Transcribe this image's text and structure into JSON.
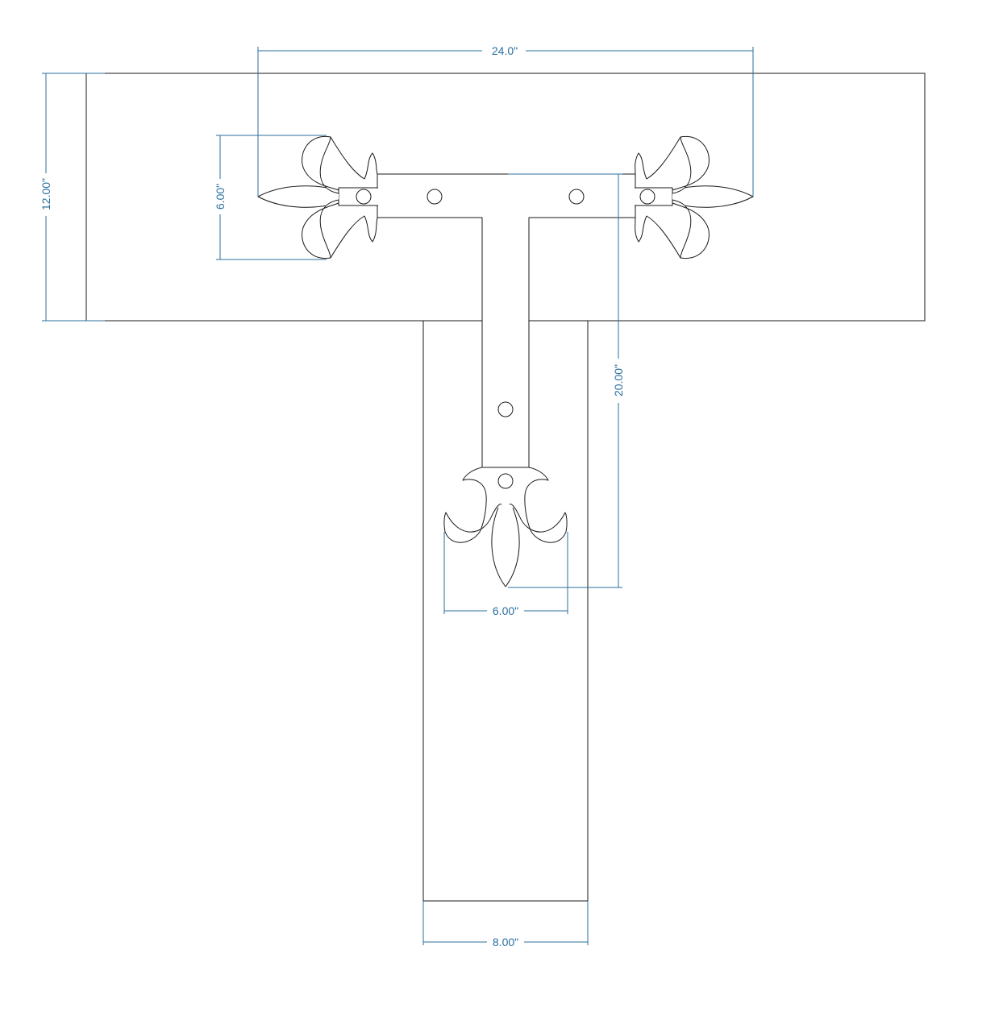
{
  "colors": {
    "outline": "#1a1a1a",
    "dimension": "#2a6f9e",
    "background": "#ffffff"
  },
  "dimensions": {
    "hinge_span": "24.0\"",
    "board_height": "12.00\"",
    "finial_height": "6.00\"",
    "strap_length": "20.00\"",
    "strap_finial_width": "6.00\"",
    "post_width": "8.00\""
  }
}
